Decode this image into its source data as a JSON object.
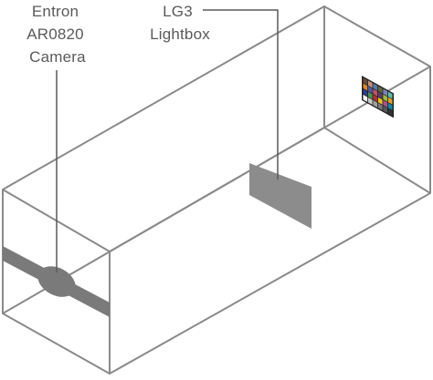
{
  "labels": {
    "camera": [
      "Entron",
      "AR0820",
      "Camera"
    ],
    "lightbox": [
      "LG3",
      "Lightbox"
    ]
  },
  "colors": {
    "frame": "#8a8a8a",
    "beam": "#7a7a7a",
    "text": "#5a5a5a",
    "target_grey": "#8c8c8c",
    "chart_bg": "#222222"
  },
  "chart_patches": [
    "#6b4a3a",
    "#c8917a",
    "#5b7aa6",
    "#5d6e3c",
    "#7d7fb8",
    "#62bcaa",
    "#d9862a",
    "#4a5aa8",
    "#c35064",
    "#5a3c6c",
    "#9cbc3c",
    "#e2a228",
    "#2c3e8c",
    "#4a944a",
    "#b03030",
    "#e8c818",
    "#b4508c",
    "#0a8aa8",
    "#f2f2f2",
    "#c8c8c8",
    "#a0a0a0",
    "#7a7a7a",
    "#555555",
    "#333333"
  ]
}
